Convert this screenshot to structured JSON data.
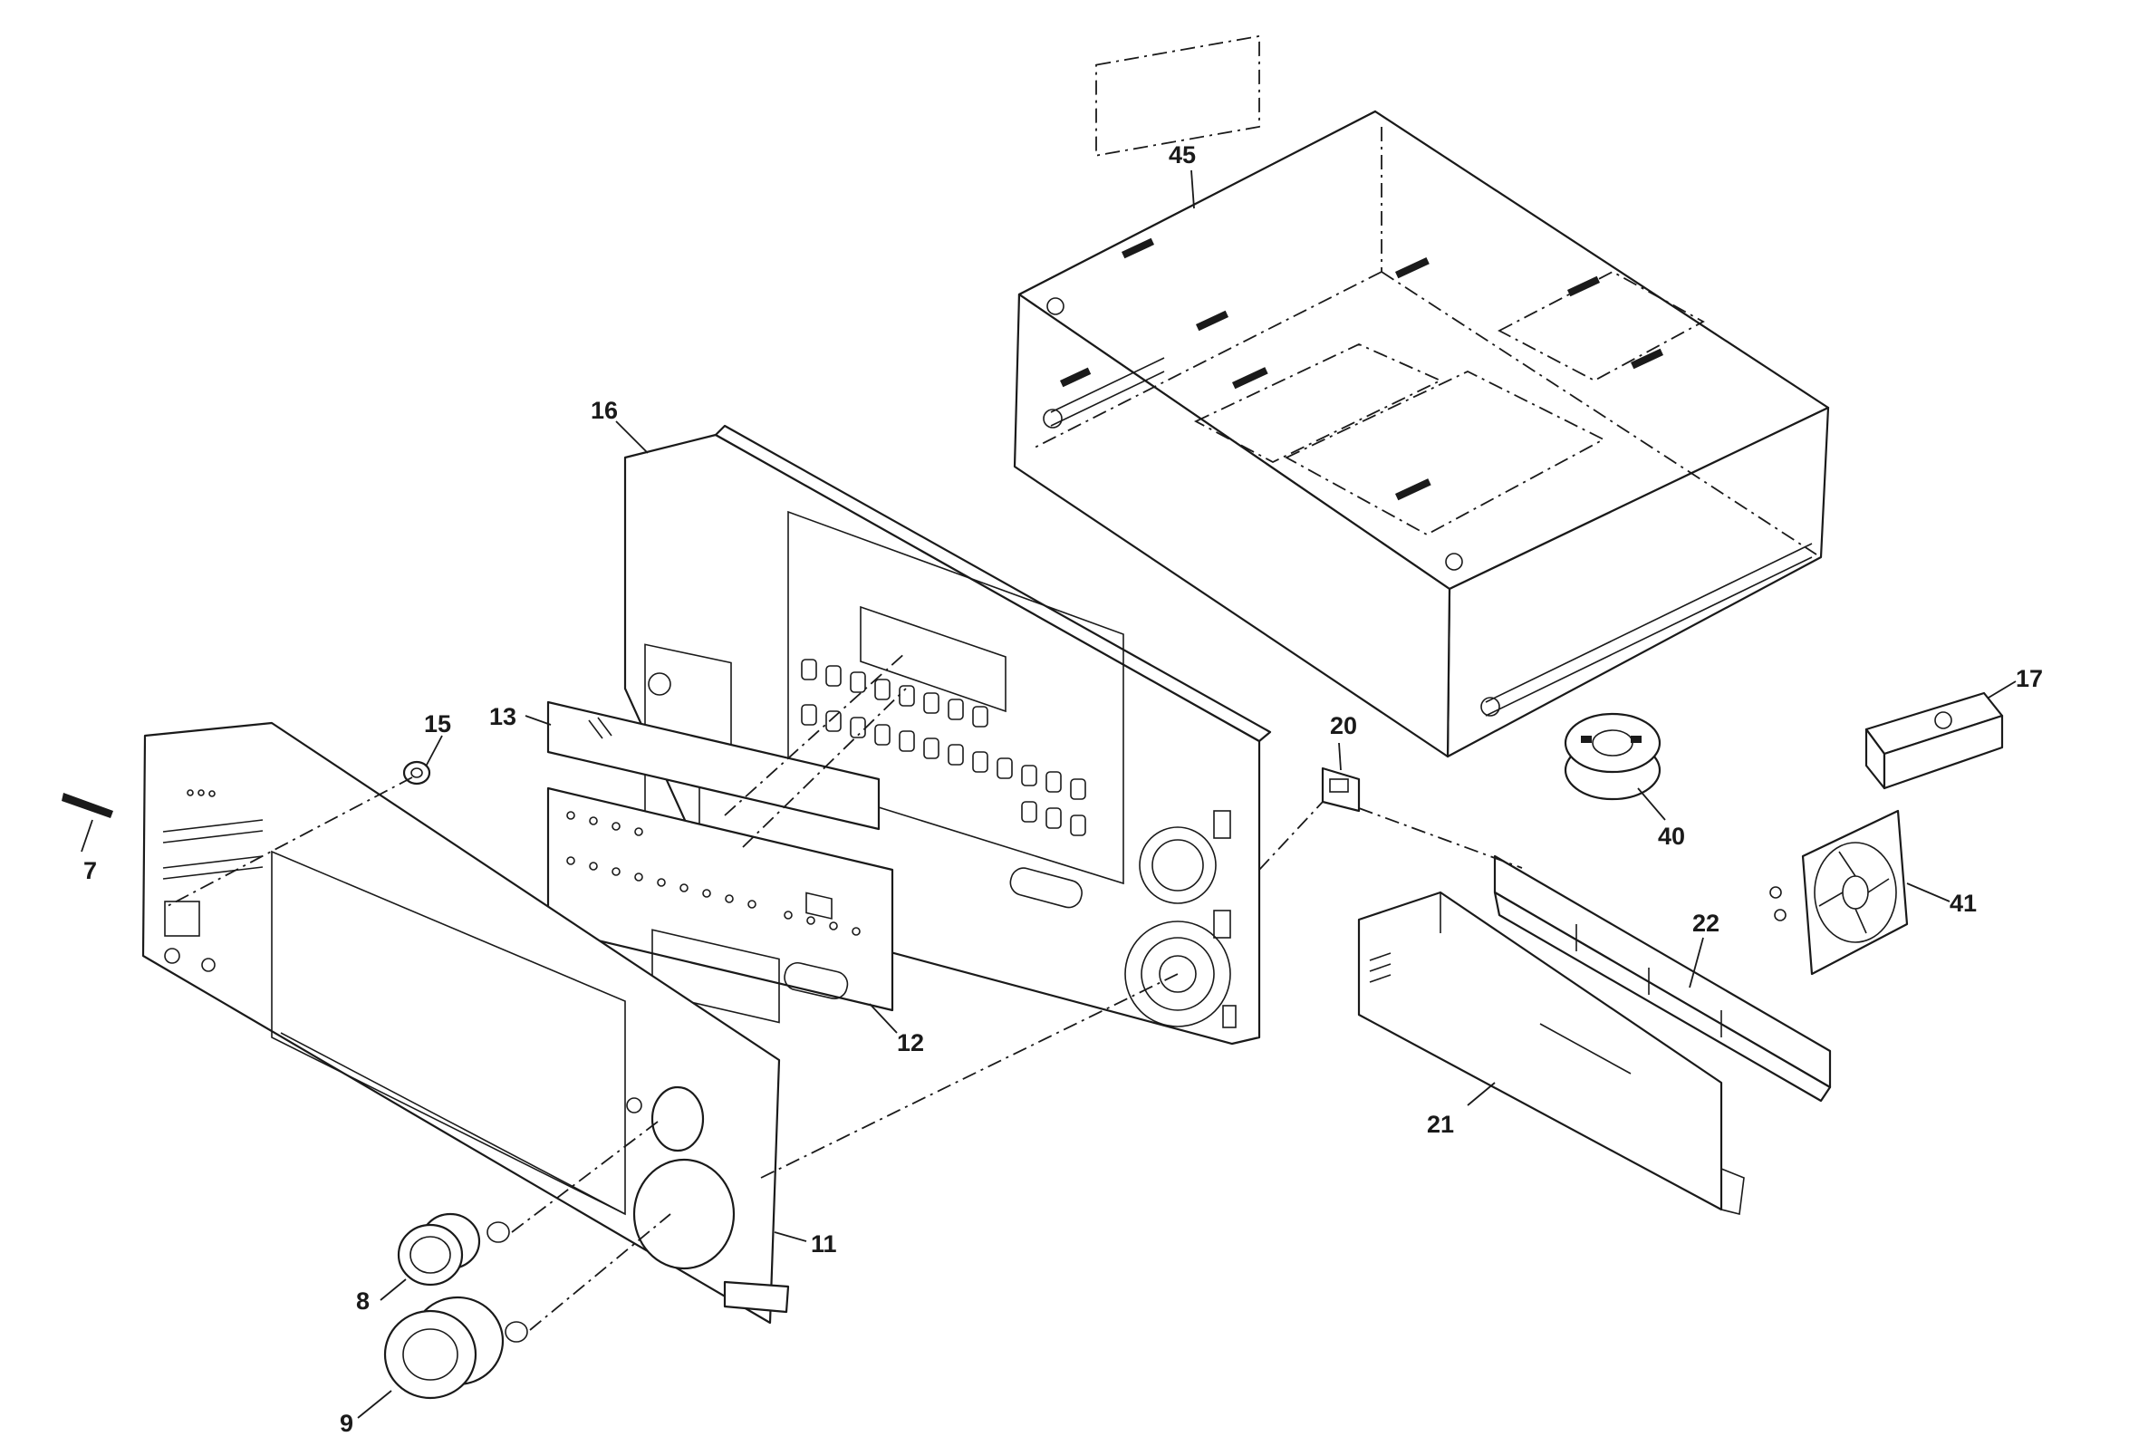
{
  "callouts": {
    "c7": "7",
    "c8": "8",
    "c9": "9",
    "c11": "11",
    "c12": "12",
    "c13": "13",
    "c15": "15",
    "c16": "16",
    "c17": "17",
    "c20": "20",
    "c21": "21",
    "c22": "22",
    "c40": "40",
    "c41": "41",
    "c45": "45"
  },
  "colors": {
    "ink": "#1a1a1a",
    "paper": "#ffffff"
  }
}
